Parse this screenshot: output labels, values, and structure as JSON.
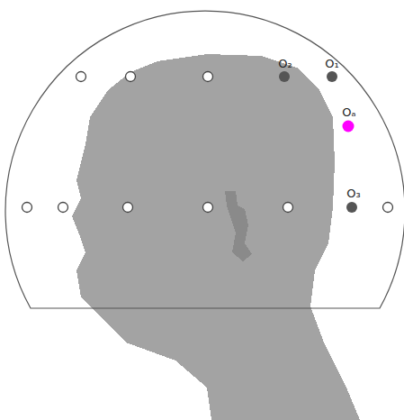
{
  "diagram": {
    "labels": [
      "O₂",
      "O₁",
      "Oₐ",
      "O₃"
    ]
  }
}
